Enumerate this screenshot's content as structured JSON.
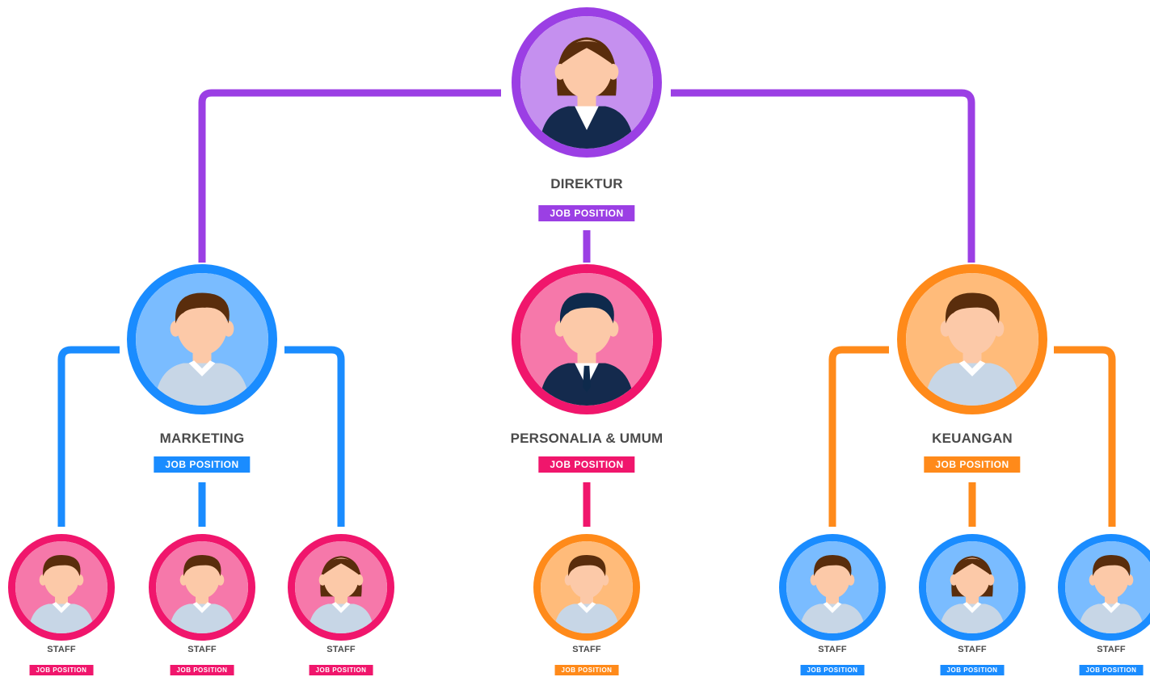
{
  "colors": {
    "purple": "#9b3fe4",
    "blue": "#1a8cff",
    "pink": "#f0166c",
    "orange": "#ff8a1a",
    "skin": "#fcc9a8",
    "hair_brown": "#5a2d0c",
    "hair_navy": "#0e2a4c",
    "suit_navy": "#142a4d",
    "shirt_light": "#c7d6e6"
  },
  "director": {
    "title": "DIREKTUR",
    "badge": "JOB POSITION",
    "icon": "female-executive-avatar-icon"
  },
  "departments": [
    {
      "title": "MARKETING",
      "badge": "JOB POSITION",
      "icon": "male-avatar-icon"
    },
    {
      "title": "PERSONALIA & UMUM",
      "badge": "JOB POSITION",
      "icon": "male-executive-avatar-icon"
    },
    {
      "title": "KEUANGAN",
      "badge": "JOB POSITION",
      "icon": "male-avatar-icon"
    }
  ],
  "staff": [
    {
      "title": "STAFF",
      "badge": "JOB POSITION",
      "icon": "male-avatar-icon"
    },
    {
      "title": "STAFF",
      "badge": "JOB POSITION",
      "icon": "male-avatar-icon"
    },
    {
      "title": "STAFF",
      "badge": "JOB POSITION",
      "icon": "female-avatar-icon"
    },
    {
      "title": "STAFF",
      "badge": "JOB POSITION",
      "icon": "male-avatar-icon"
    },
    {
      "title": "STAFF",
      "badge": "JOB POSITION",
      "icon": "male-avatar-icon"
    },
    {
      "title": "STAFF",
      "badge": "JOB POSITION",
      "icon": "female-avatar-icon"
    },
    {
      "title": "STAFF",
      "badge": "JOB POSITION",
      "icon": "male-avatar-icon"
    }
  ]
}
